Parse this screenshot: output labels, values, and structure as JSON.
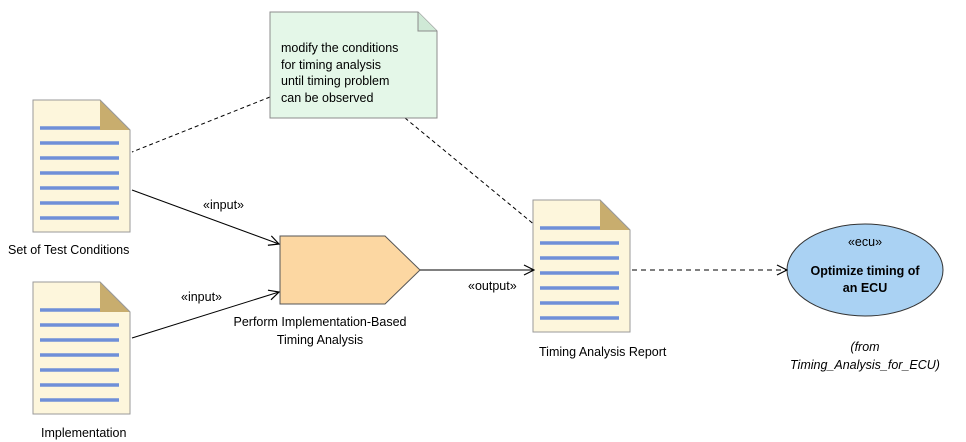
{
  "note": {
    "lines": [
      "modify the conditions",
      "for timing analysis",
      "until timing problem",
      "can be observed"
    ]
  },
  "artifacts": {
    "test_conditions": "Set of Test Conditions",
    "implementation": "Implementation",
    "report": "Timing Analysis Report"
  },
  "task": {
    "line1": "Perform Implementation-Based",
    "line2": "Timing Analysis"
  },
  "edges": {
    "input_1": "«input»",
    "input_2": "«input»",
    "output": "«output»"
  },
  "use_case": {
    "stereotype": "«ecu»",
    "name_line1": "Optimize timing of",
    "name_line2": "an ECU",
    "from_line1": "(from",
    "from_line2": "Timing_Analysis_for_ECU)"
  },
  "colors": {
    "doc_fill": "#fdf6dc",
    "doc_lines": "#6f8fd8",
    "doc_fold": "#c8ad6e",
    "note_fill": "#e4f7e8",
    "task_fill": "#fcd7a2",
    "ellipse_fill": "#aad2f3"
  }
}
